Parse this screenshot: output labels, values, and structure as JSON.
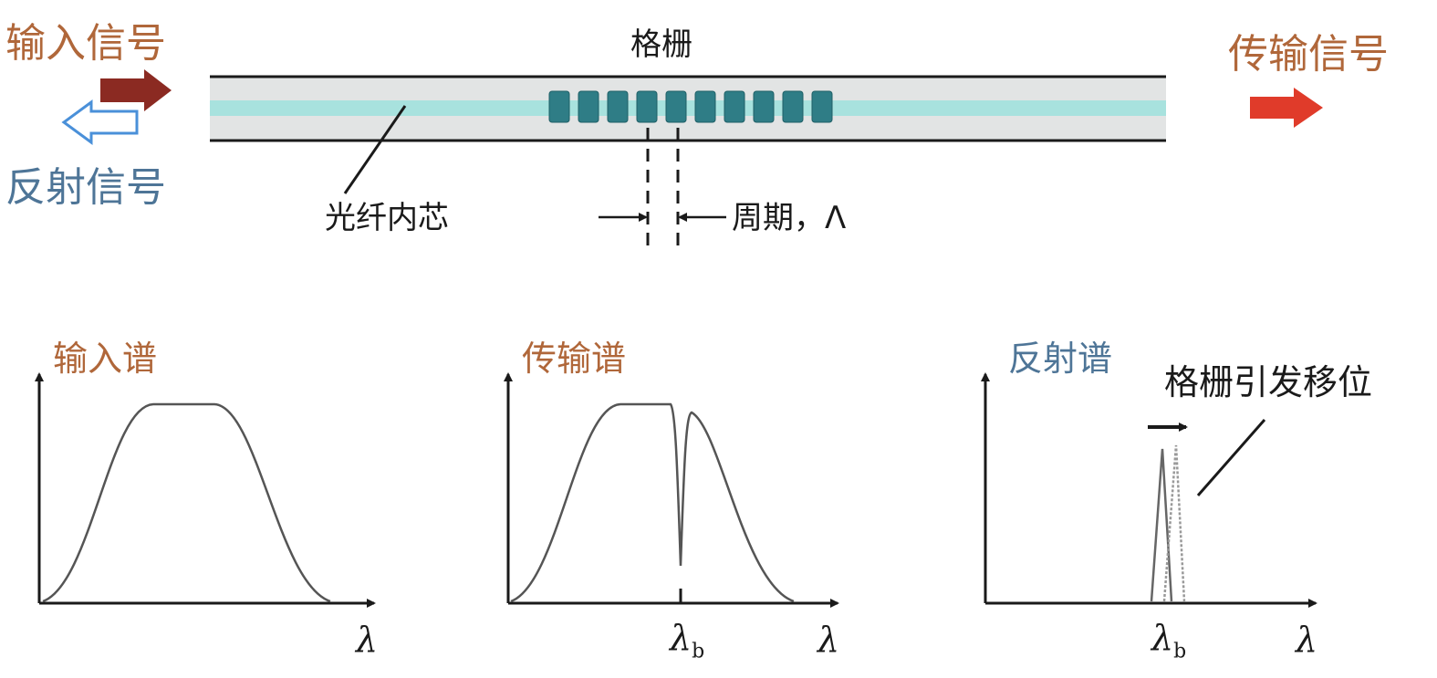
{
  "top": {
    "input_signal": "输入信号",
    "reflected_signal": "反射信号",
    "transmitted_signal": "传输信号",
    "grating": "格栅",
    "fiber_core": "光纤内芯",
    "period": "周期，Λ"
  },
  "bottom": {
    "input_spectrum": "输入谱",
    "transmission_spectrum": "传输谱",
    "reflection_spectrum": "反射谱",
    "grating_shift": "格栅引发移位",
    "lambda": "λ",
    "lambda_b_symbol": "λ",
    "lambda_b_sub": "b"
  },
  "colors": {
    "input_arrow": "#8b2a22",
    "reflected_arrow": "#4a90d9",
    "transmitted_arrow": "#e03b2a",
    "core": "#a8e2de",
    "cladding": "#e2e4e4",
    "grating_block": "#2f7d86"
  }
}
